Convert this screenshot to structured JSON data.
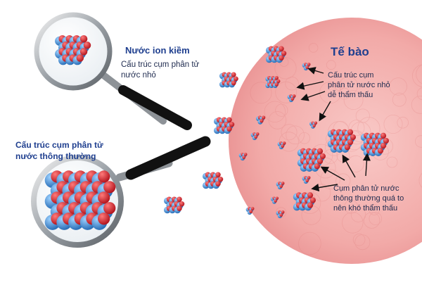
{
  "alkaline": {
    "title": "Nước ion kiềm",
    "desc_line1": "Cấu trúc cụm phân tử",
    "desc_line2": "nước nhỏ"
  },
  "normal": {
    "line1": "Cấu trúc cụm phân tử",
    "line2": "nước thông thường"
  },
  "cell": {
    "title": "Tế bào",
    "small_line1": "Cấu trúc cụm",
    "small_line2": "phân tử nước nhỏ",
    "small_line3": "dễ thẩm thấu",
    "big_line1": "Cụm phân tử nước",
    "big_line2": "thông thường quá to",
    "big_line3": "nên khó thẩm thấu"
  },
  "colors": {
    "oxygen": "#d8262e",
    "hydrogen": "#3f8fd6",
    "cell": "#f4b4b4",
    "text": "#1f3f8f"
  },
  "icons": [
    "magnifier-icon",
    "water-cluster-icon",
    "arrow-icon"
  ]
}
